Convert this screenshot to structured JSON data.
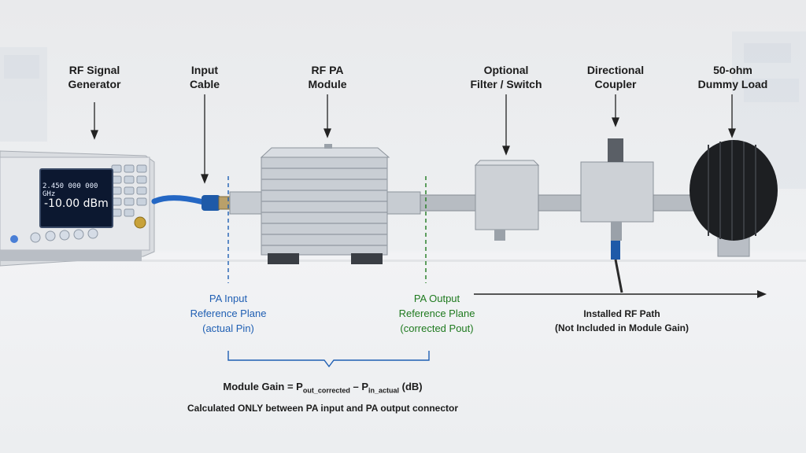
{
  "labels": {
    "generator": [
      "RF Signal",
      "Generator"
    ],
    "cable": [
      "Input",
      "Cable"
    ],
    "module": [
      "RF PA",
      "Module"
    ],
    "filter": [
      "Optional",
      "Filter / Switch"
    ],
    "coupler": [
      "Directional",
      "Coupler"
    ],
    "load": [
      "50-ohm",
      "Dummy Load"
    ]
  },
  "generator_display": {
    "frequency": "2.450 000 000 GHz",
    "power": "-10.00 dBm"
  },
  "input_plane": [
    "PA Input",
    "Reference Plane",
    "(actual Pin)"
  ],
  "output_plane": [
    "PA Output",
    "Reference Plane",
    "(corrected Pout)"
  ],
  "installed_path": [
    "Installed RF Path",
    "(Not Included in Module Gain)"
  ],
  "formula": {
    "prefix": "Module Gain = P",
    "out_sub": "out_corrected",
    "minus": " – P",
    "in_sub": "in_actual",
    "suffix": " (dB)"
  },
  "note": "Calculated ONLY between PA input and PA output connector",
  "colors": {
    "input_plane": "#1f5fb3",
    "output_plane": "#1f7a1f"
  }
}
